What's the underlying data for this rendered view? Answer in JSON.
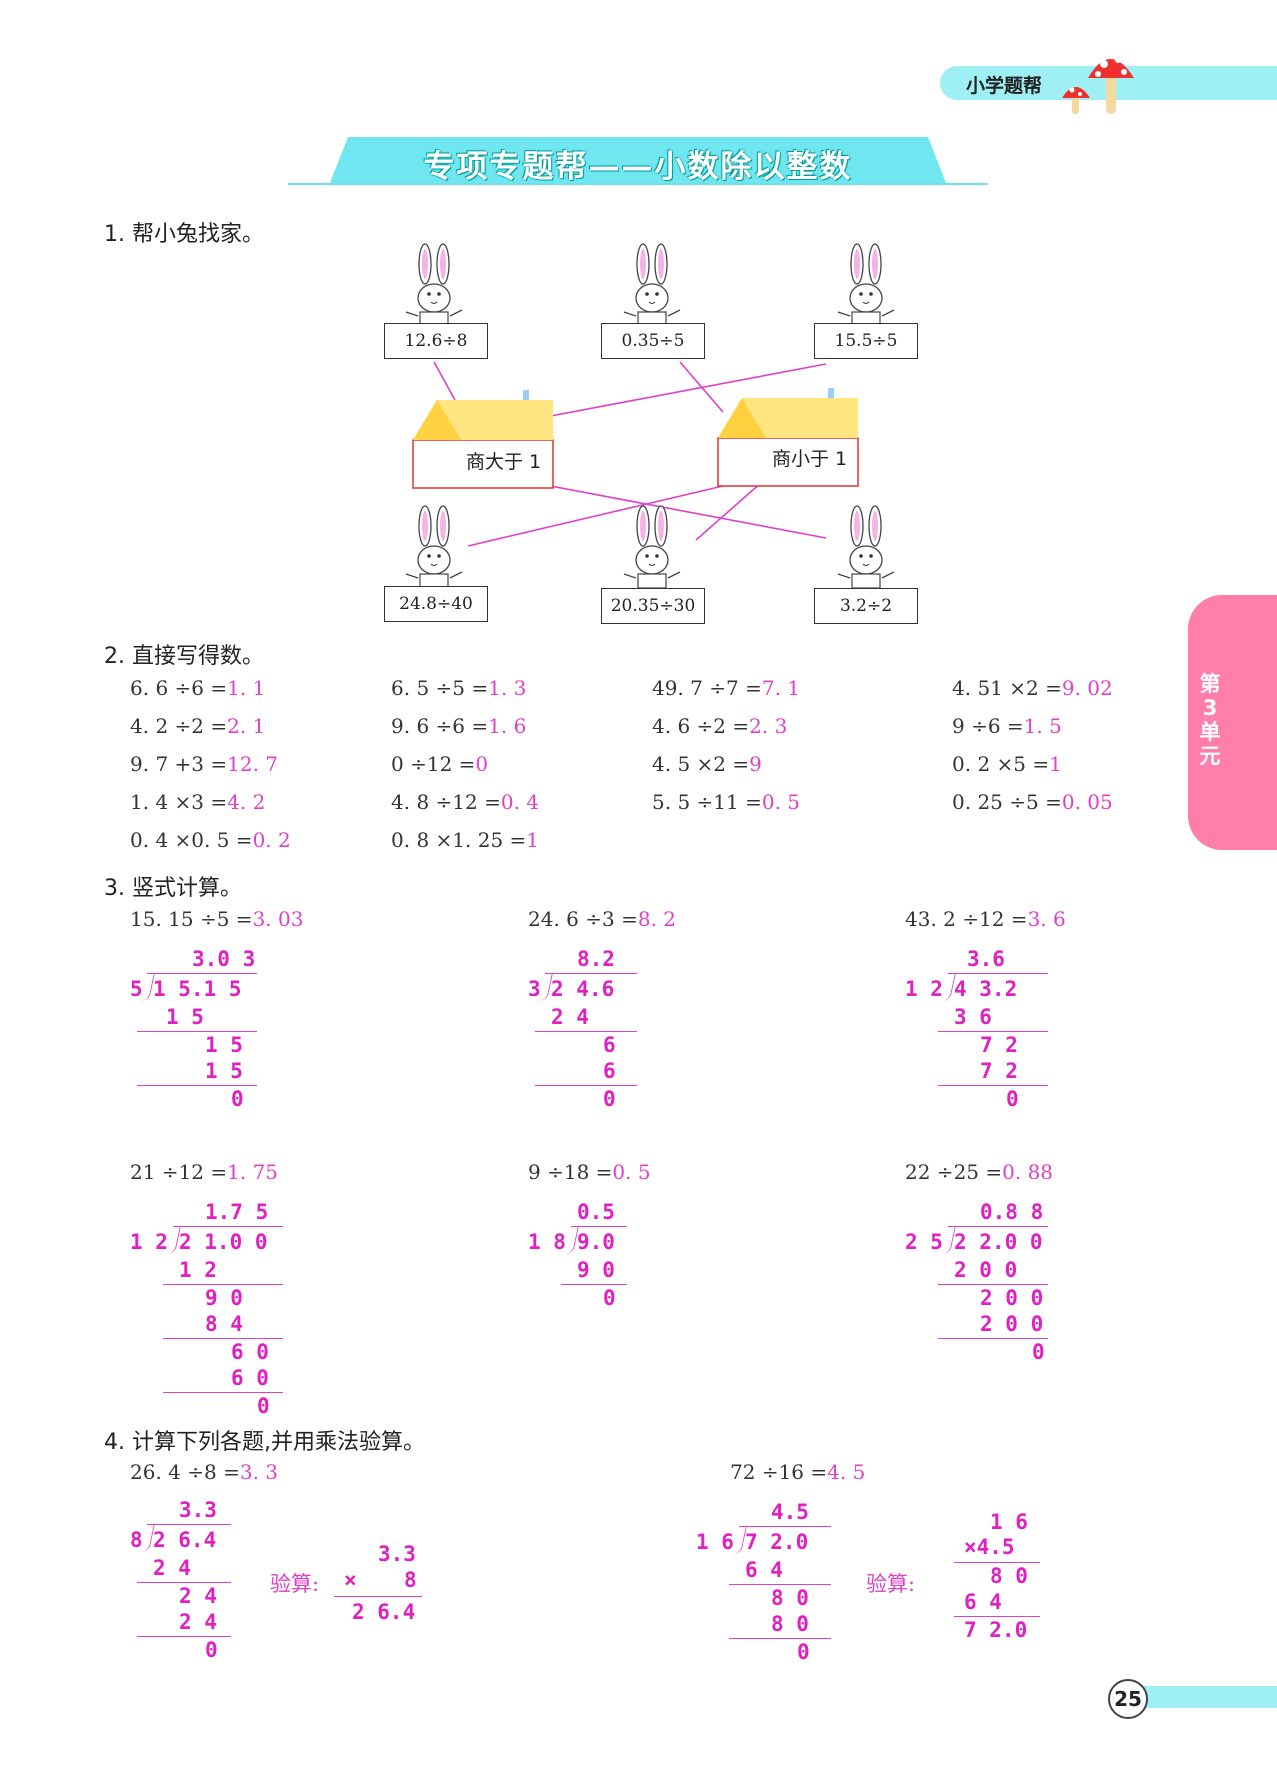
{
  "header": {
    "brand": "小学题帮",
    "banner": "专项专题帮——小数除以整数"
  },
  "side_tab": {
    "text": [
      "第",
      "3",
      "单",
      "元"
    ]
  },
  "page_number": "25",
  "q1": {
    "title": "1. 帮小兔找家。",
    "top_boxes": [
      "12.6÷8",
      "0.35÷5",
      "15.5÷5"
    ],
    "houses": [
      "商大于 1",
      "商小于 1"
    ],
    "bottom_boxes": [
      "24.8÷40",
      "20.35÷30",
      "3.2÷2"
    ]
  },
  "q2": {
    "title": "2. 直接写得数。",
    "rows": [
      [
        {
          "e": "6. 6 ÷6 =",
          "a": "1. 1"
        },
        {
          "e": "6. 5 ÷5 =",
          "a": "1. 3"
        },
        {
          "e": "49. 7 ÷7 =",
          "a": "7. 1"
        },
        {
          "e": "4. 51 ×2 =",
          "a": "9. 02"
        }
      ],
      [
        {
          "e": "4. 2 ÷2 =",
          "a": "2. 1"
        },
        {
          "e": "9. 6 ÷6 =",
          "a": "1. 6"
        },
        {
          "e": "4. 6 ÷2 =",
          "a": "2. 3"
        },
        {
          "e": "9 ÷6 =",
          "a": "1. 5"
        }
      ],
      [
        {
          "e": "9. 7 +3 =",
          "a": "12. 7"
        },
        {
          "e": "0 ÷12 =",
          "a": "0"
        },
        {
          "e": "4. 5 ×2 =",
          "a": "9"
        },
        {
          "e": "0. 2 ×5 =",
          "a": "1"
        }
      ],
      [
        {
          "e": "1. 4 ×3 =",
          "a": "4. 2"
        },
        {
          "e": "4. 8 ÷12 =",
          "a": "0. 4"
        },
        {
          "e": "5. 5 ÷11 =",
          "a": "0. 5"
        },
        {
          "e": "0. 25 ÷5 =",
          "a": "0. 05"
        }
      ],
      [
        {
          "e": "0. 4 ×0. 5 =",
          "a": "0. 2"
        },
        {
          "e": "0. 8 ×1. 25 =",
          "a": "1"
        }
      ]
    ]
  },
  "q3": {
    "title": "3. 竖式计算。",
    "problems": [
      {
        "e": "15. 15 ÷5 =",
        "a": "3. 03",
        "lines": [
          "3.0 3",
          "1 5.1 5",
          "1 5",
          "1 5",
          "1 5",
          "0"
        ],
        "div": "5"
      },
      {
        "e": "24. 6 ÷3 =",
        "a": "8. 2",
        "lines": [
          "8.2",
          "2 4.6",
          "2 4",
          "6",
          "6",
          "0"
        ],
        "div": "3"
      },
      {
        "e": "43. 2 ÷12 =",
        "a": "3. 6",
        "lines": [
          "3.6",
          "4 3.2",
          "3 6",
          "7 2",
          "7 2",
          "0"
        ],
        "div": "1 2"
      },
      {
        "e": "21 ÷12 =",
        "a": "1. 75",
        "lines": [
          "1.7 5",
          "2 1.0 0",
          "1 2",
          "9 0",
          "8 4",
          "6 0",
          "6 0",
          "0"
        ],
        "div": "1 2"
      },
      {
        "e": "9 ÷18 =",
        "a": "0. 5",
        "lines": [
          "0.5",
          "9.0",
          "9 0",
          "0"
        ],
        "div": "1 8"
      },
      {
        "e": "22 ÷25 =",
        "a": "0. 88",
        "lines": [
          "0.8 8",
          "2 2.0 0",
          "2 0 0",
          "2 0 0",
          "2 0 0",
          "0"
        ],
        "div": "2 5"
      }
    ]
  },
  "q4": {
    "title": "4. 计算下列各题,并用乘法验算。",
    "problems": [
      {
        "e": "26. 4 ÷8 =",
        "a": "3. 3",
        "lines": [
          "3.3",
          "2 6.4",
          "2 4",
          "2 4",
          "2 4",
          "0"
        ],
        "div": "8",
        "check_label": "验算:",
        "check": [
          "3.3",
          "×",
          "8",
          "2 6.4"
        ]
      },
      {
        "e": "72 ÷16 =",
        "a": "4. 5",
        "lines": [
          "4.5",
          "7 2.0",
          "6 4",
          "8 0",
          "8 0",
          "0"
        ],
        "div": "1 6",
        "check_label": "验算:",
        "check": [
          "1 6",
          "×4.5",
          "8 0",
          "6 4",
          "7 2.0"
        ]
      }
    ]
  }
}
